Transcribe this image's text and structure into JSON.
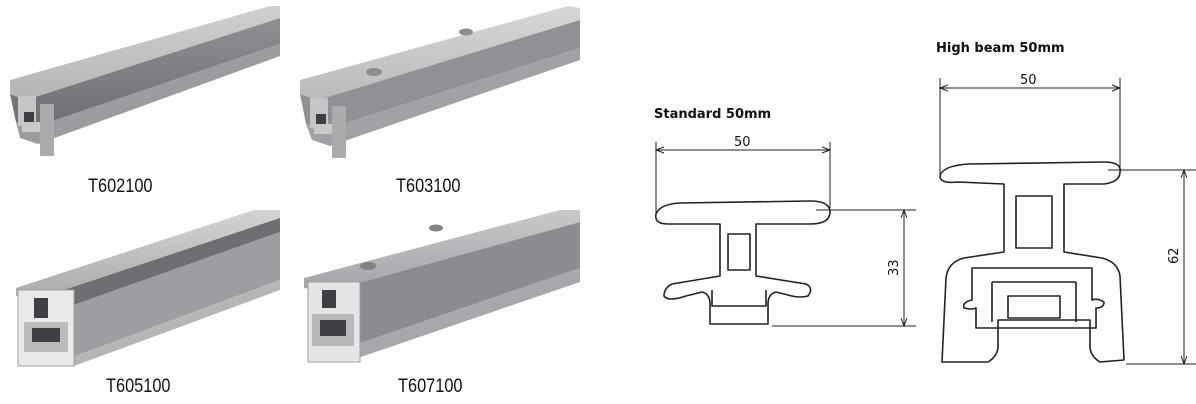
{
  "products": [
    {
      "code": "T602100",
      "holes": false,
      "end": "plain"
    },
    {
      "code": "T603100",
      "holes": true,
      "end": "plain"
    },
    {
      "code": "T605100",
      "holes": false,
      "end": "high"
    },
    {
      "code": "T607100",
      "holes": true,
      "end": "high"
    }
  ],
  "drawing": {
    "standard": {
      "title": "Standard 50mm",
      "width_label": "50",
      "height_label": "33"
    },
    "high": {
      "title": "High beam 50mm",
      "width_label": "50",
      "height_label": "62"
    }
  },
  "colors": {
    "aluminium_light": "#d9dadb",
    "aluminium_mid": "#a9abad",
    "aluminium_dark": "#6e7073",
    "line": "#222222"
  }
}
